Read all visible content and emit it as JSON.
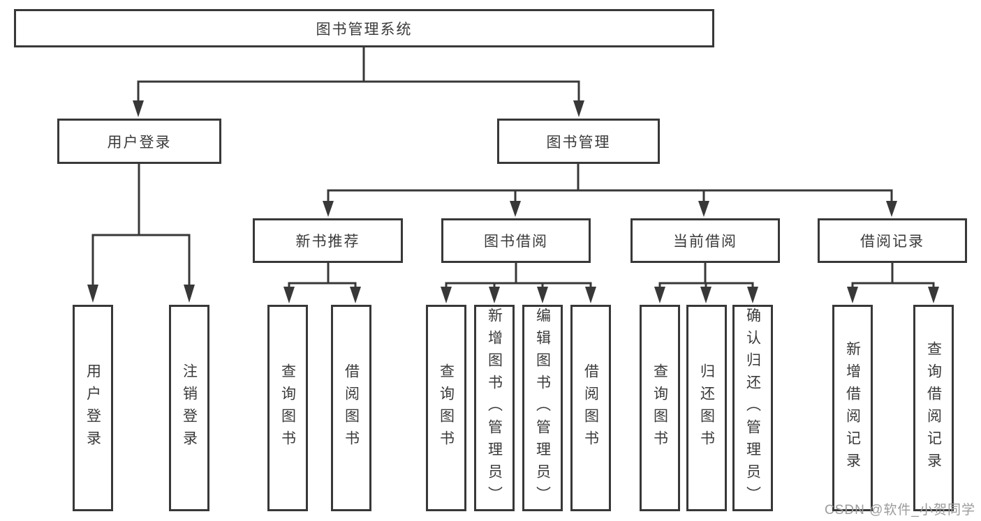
{
  "diagram": {
    "root": {
      "label": "图书管理系统"
    },
    "level1": [
      {
        "label": "用户登录"
      },
      {
        "label": "图书管理"
      }
    ],
    "level2": [
      {
        "label": "新书推荐"
      },
      {
        "label": "图书借阅"
      },
      {
        "label": "当前借阅"
      },
      {
        "label": "借阅记录"
      }
    ],
    "leaves": {
      "user": [
        "用户登录",
        "注销登录"
      ],
      "recommend": [
        "查询图书",
        "借阅图书"
      ],
      "borrow": [
        "查询图书",
        "新增图书（管理员）",
        "编辑图书（管理员）",
        "借阅图书"
      ],
      "current": [
        "查询图书",
        "归还图书",
        "确认归还（管理员）"
      ],
      "records": [
        "新增借阅记录",
        "查询借阅记录"
      ]
    }
  },
  "watermark": {
    "text": "CSDN @软件_小贺同学"
  },
  "colors": {
    "line": "#383838",
    "box_border": "#383838",
    "box_fill": "#ffffff",
    "text": "#3a3a3a",
    "watermark": "#9b9b9b"
  }
}
